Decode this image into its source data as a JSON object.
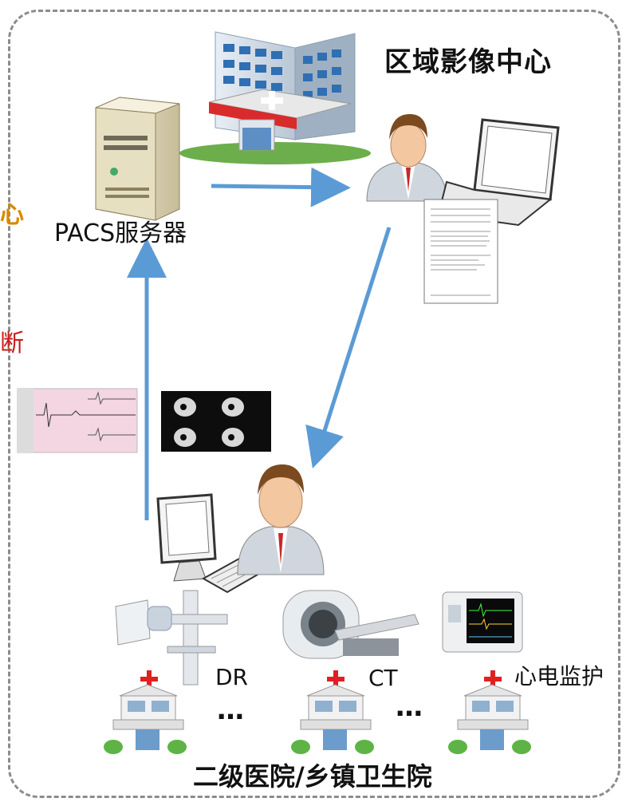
{
  "diagram": {
    "title_top": "区域影像中心",
    "title_bottom": "二级医院/乡镇卫生院",
    "labels": {
      "pacs_server": "PACS服务器",
      "dr": "DR",
      "ct": "CT",
      "ecg_monitor": "心电监护",
      "ellipsis_1": "…",
      "ellipsis_2": "…"
    },
    "edge_text": {
      "left_fragment_1": "心",
      "left_fragment_2": "断"
    },
    "colors": {
      "arrow": "#5b9bd5",
      "frame": "#8c8c8c",
      "hospital_red": "#e02020"
    }
  }
}
